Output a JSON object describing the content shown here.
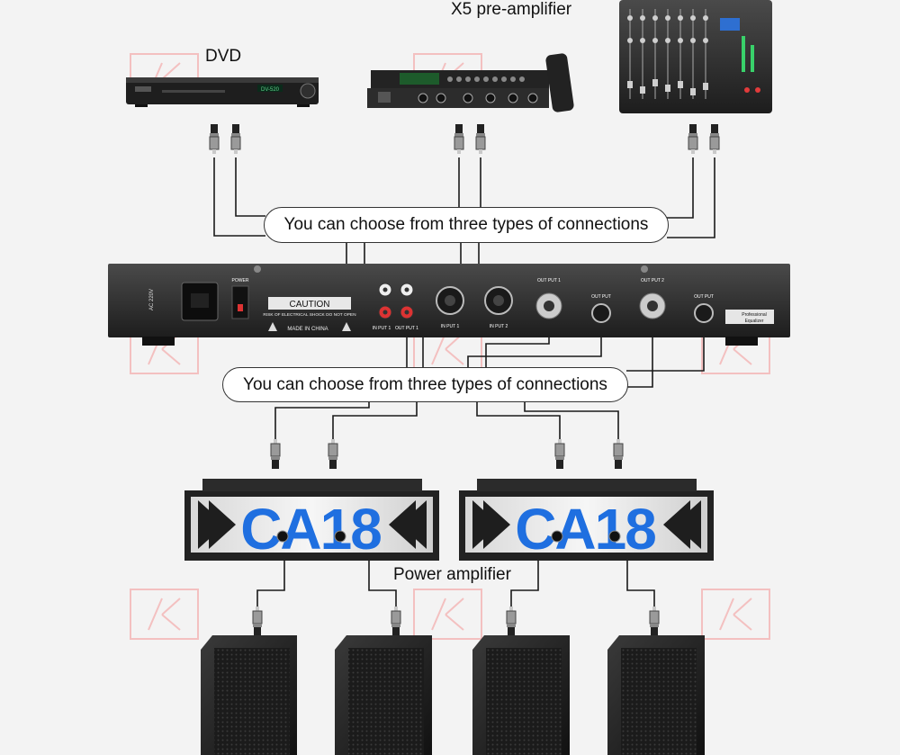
{
  "labels": {
    "dvd": "DVD",
    "preamp": "X5 pre-amplifier",
    "power_amp": "Power amplifier"
  },
  "callouts": {
    "top": "You can choose from three types of connections",
    "bottom": "You can choose from three types of connections"
  },
  "dvd_panel": {
    "brand": "DV-520"
  },
  "equalizer_panel": {
    "caution": "CAUTION",
    "caution_sub": "RISK OF ELECTRICAL SHOCK DO NOT OPEN",
    "made_in": "MADE IN CHINA",
    "power": "POWER",
    "ac": "AC 220V",
    "input1": "IN PUT 1",
    "output1": "OUT PUT 1",
    "input1_xlr": "IN PUT 1",
    "input2_xlr": "IN PUT 2",
    "output_xlr1": "OUT PUT 1",
    "output_jack1": "OUT PUT",
    "output_xlr2": "OUT PUT 2",
    "output_jack2": "OUT PUT",
    "badge_line1": "Professional",
    "badge_line2": "Equalizer"
  },
  "amplifier": {
    "model": "CA18"
  },
  "colors": {
    "brand_blue": "#1f6fe0",
    "device_dark": "#2b2b2b",
    "watermark": "#f3c0c0"
  }
}
